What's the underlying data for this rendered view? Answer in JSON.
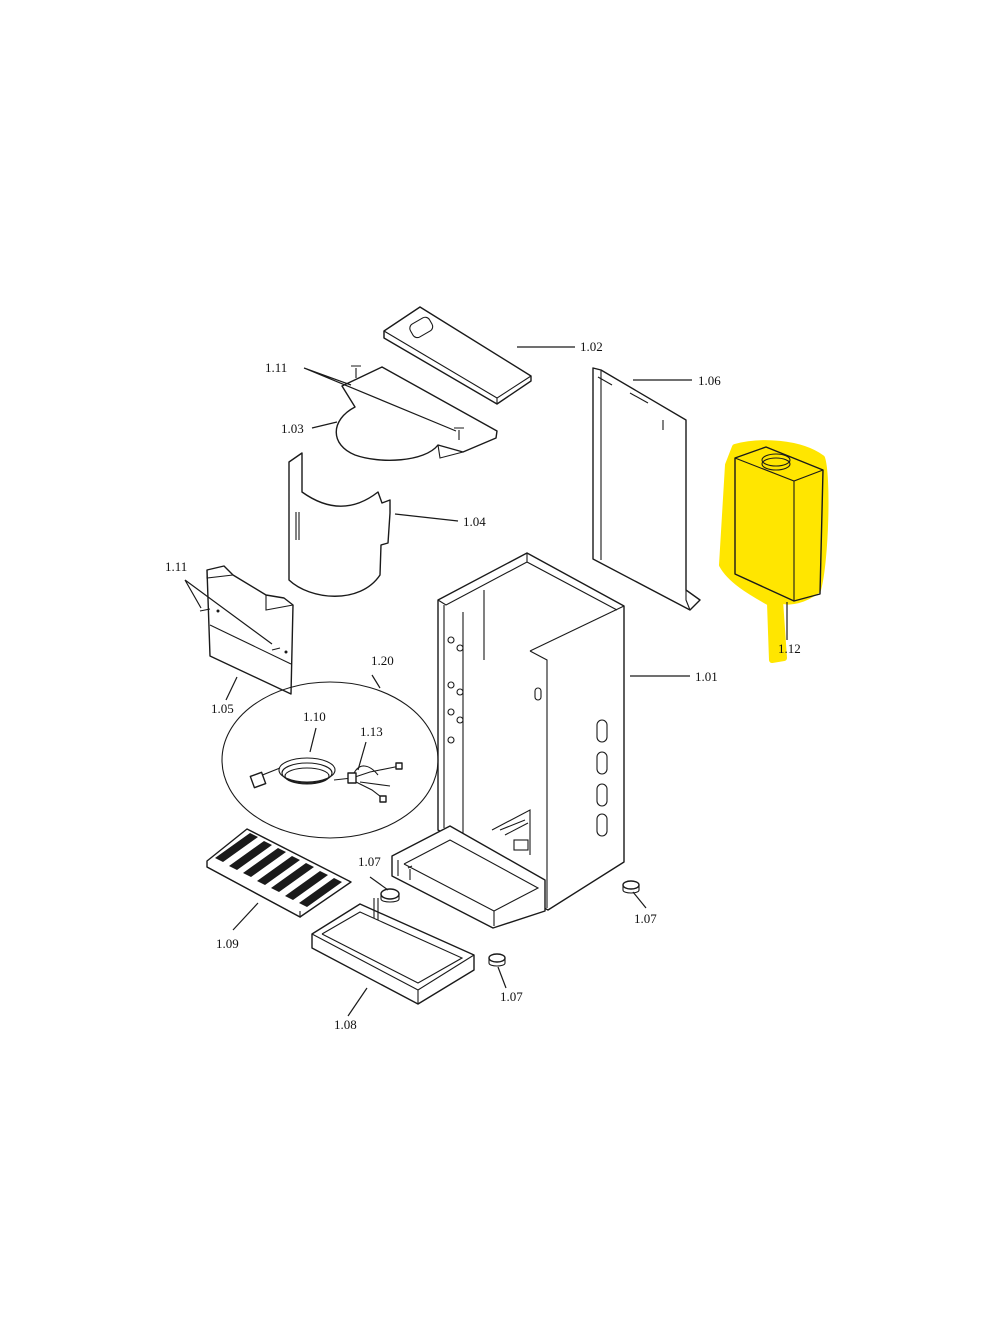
{
  "diagram": {
    "highlight_color": "#FFE600",
    "labels": {
      "p101": "1.01",
      "p102": "1.02",
      "p103": "1.03",
      "p104": "1.04",
      "p105": "1.05",
      "p106": "1.06",
      "p107a": "1.07",
      "p107b": "1.07",
      "p107c": "1.07",
      "p108": "1.08",
      "p109": "1.09",
      "p110": "1.10",
      "p111a": "1.11",
      "p111b": "1.11",
      "p112": "1.12",
      "p113": "1.13",
      "p120": "1.20"
    }
  }
}
